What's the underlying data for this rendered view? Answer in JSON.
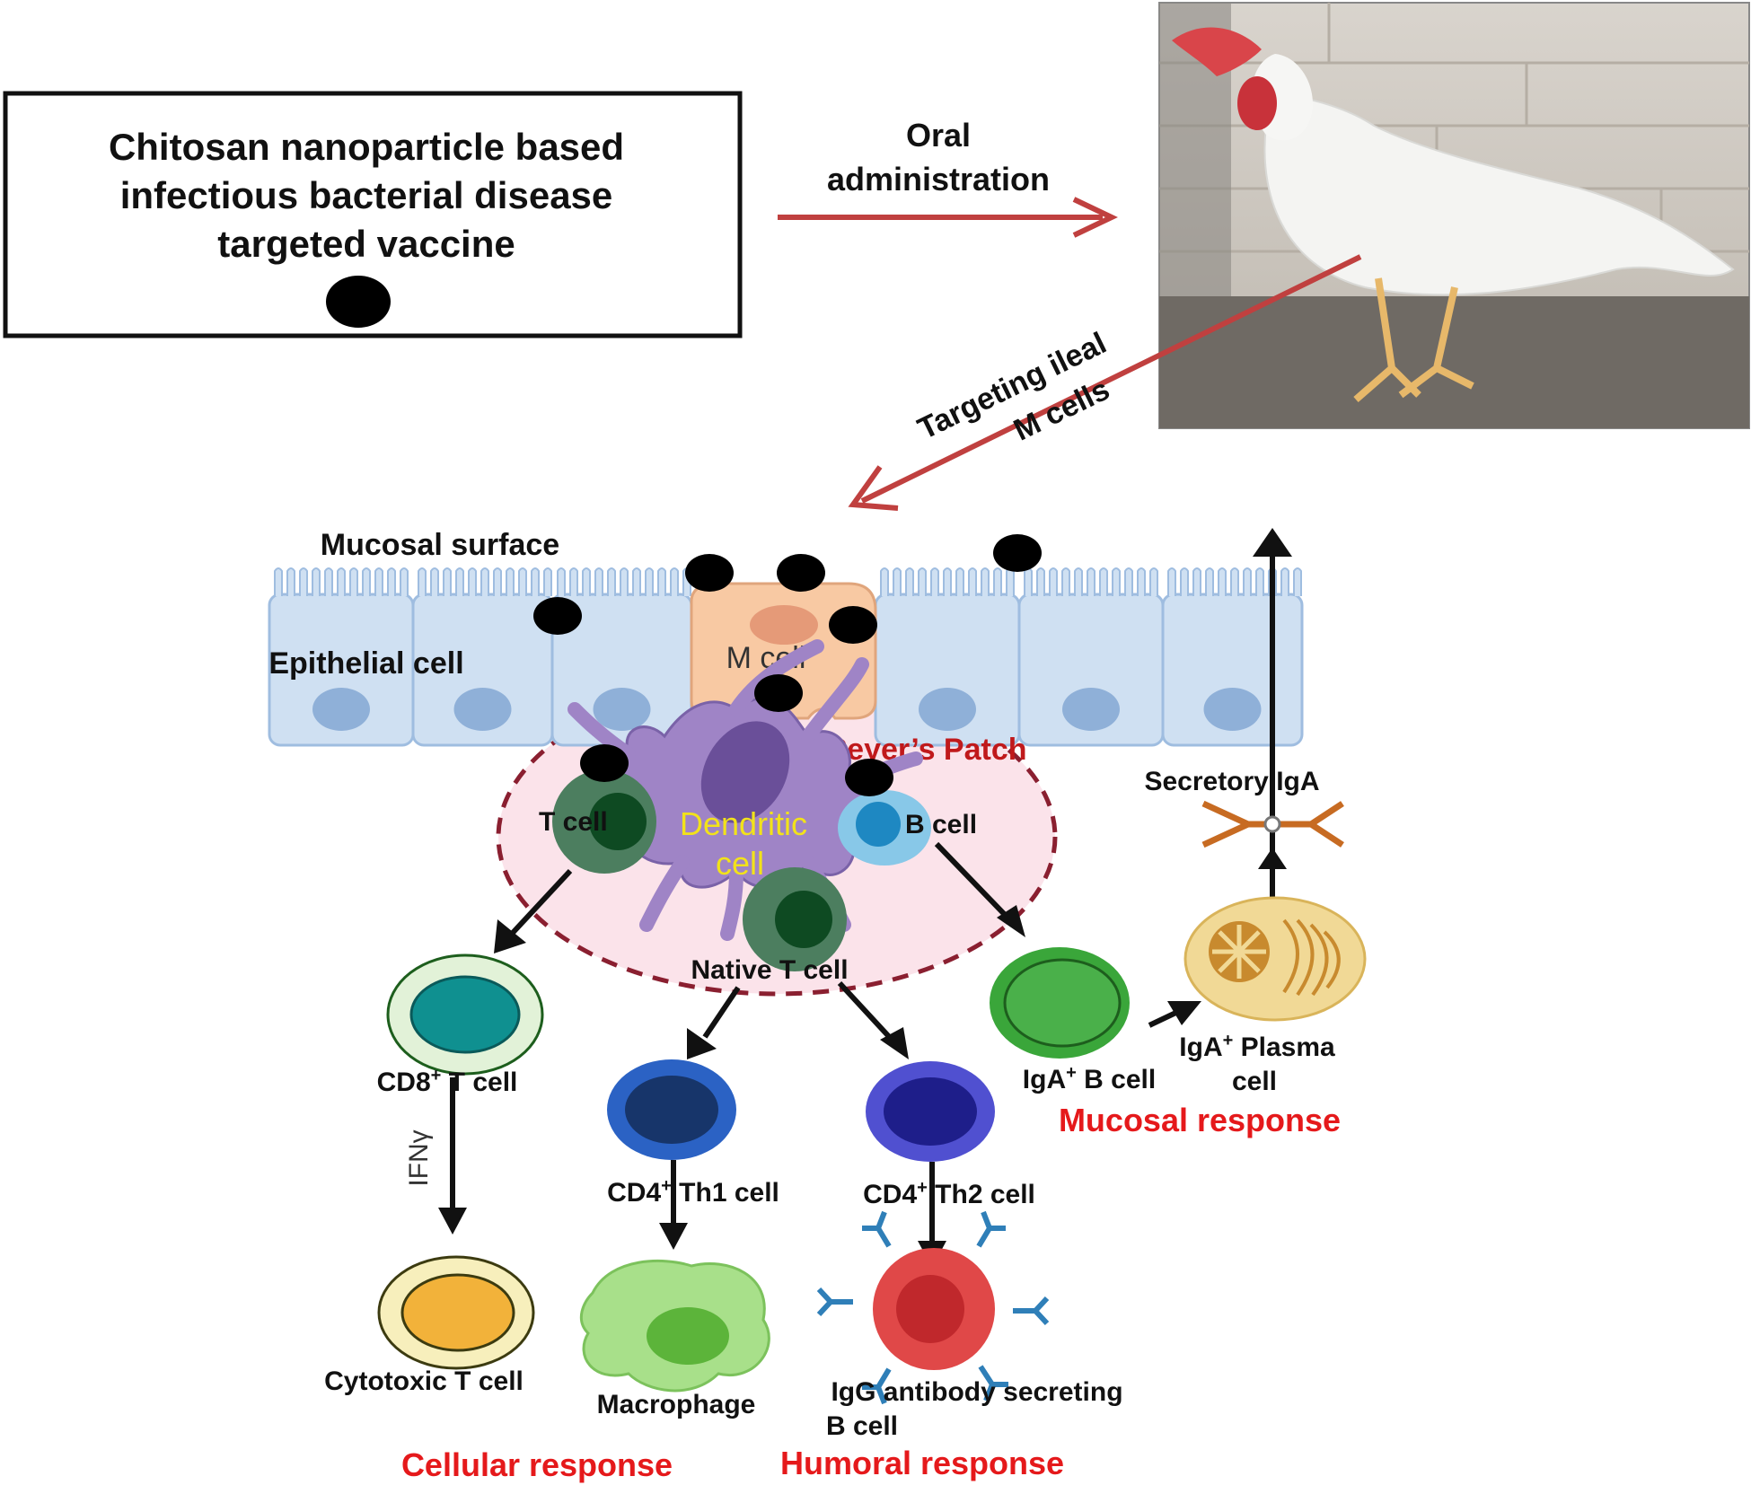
{
  "vaccine_box": {
    "line1": "Chitosan nanoparticle based",
    "line2": "infectious bacterial disease",
    "line3": "targeted vaccine"
  },
  "oral": {
    "line1": "Oral",
    "line2": "administration"
  },
  "targeting": {
    "line1": "Targeting  ileal",
    "line2": "M cells"
  },
  "photo": {
    "subject": "white-chicken-photo"
  },
  "labels": {
    "mucosal_surface": "Mucosal surface",
    "epithelial_cell": "Epithelial  cell",
    "m_cell": "M cell",
    "peyers_patch": "Peyer’s Patch",
    "t_cell": "T cell",
    "dendritic_1": "Dendritic",
    "dendritic_2": "cell",
    "b_cell": "B cell",
    "native_t_cell": "Native T cell",
    "secretory_iga": "Secretory IgA",
    "cd8_base": "CD8",
    "cd8_rest": " T cell",
    "ifn": "IFNγ",
    "cd4_th1_base": "CD4",
    "cd4_th1_rest": " Th1  cell",
    "cd4_th2_base": "CD4",
    "cd4_th2_rest": " Th2 cell",
    "iga_b_base": "IgA",
    "iga_b_rest": " B cell",
    "iga_plasma_base": "IgA",
    "iga_plasma_rest": " Plasma",
    "iga_plasma_2": "cell",
    "cytotoxic": "Cytotoxic  T cell",
    "macrophage": "Macrophage",
    "igg_1": "IgG antibody secreting",
    "igg_2": "B cell",
    "sup_plus": "+"
  },
  "responses": {
    "mucosal": "Mucosal response",
    "cellular": "Cellular response",
    "humoral": "Humoral response"
  },
  "colors": {
    "arrow_red": "#c0403f",
    "response_red": "#e5191b",
    "peyer_red": "#c0191b",
    "dendritic_yellow": "#f2e21a",
    "epithelium": "#cfe0f2",
    "m_cell": "#f8c9a3"
  }
}
